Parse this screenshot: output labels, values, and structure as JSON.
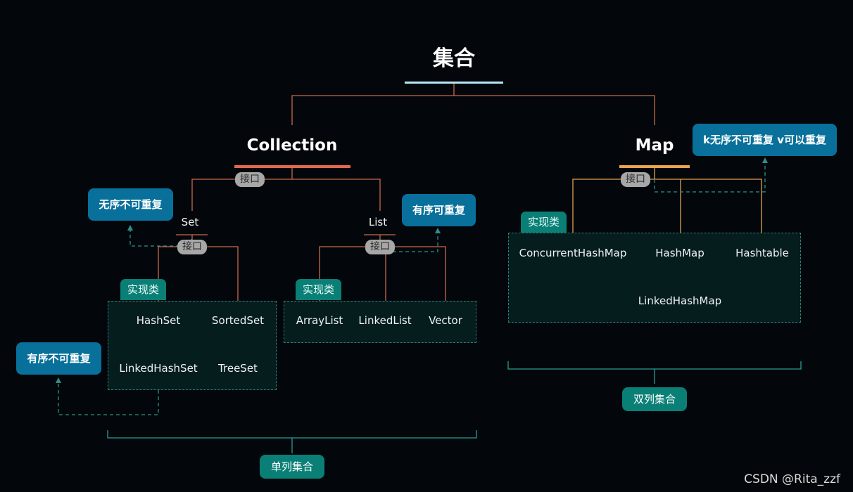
{
  "diagram": {
    "root": "集合",
    "collection": "Collection",
    "map": "Map",
    "interface_tag": "接口",
    "impl_tag": "实现类",
    "set": "Set",
    "list": "List",
    "set_impl": {
      "hashset": "HashSet",
      "sortedset": "SortedSet",
      "linkedhashset": "LinkedHashSet",
      "treeset": "TreeSet"
    },
    "list_impl": {
      "arraylist": "ArrayList",
      "linkedlist": "LinkedList",
      "vector": "Vector"
    },
    "map_impl": {
      "concurrenthashmap": "ConcurrentHashMap",
      "hashmap": "HashMap",
      "hashtable": "Hashtable",
      "linkedhashmap": "LinkedHashMap"
    },
    "notes": {
      "unordered_unique": "无序不可重复",
      "ordered_repeatable": "有序可重复",
      "ordered_unique": "有序不可重复",
      "map_kv": "k无序不可重复 v可以重复"
    },
    "groups": {
      "single": "单列集合",
      "double": "双列集合"
    }
  },
  "watermark": "CSDN @Rita_zzf"
}
